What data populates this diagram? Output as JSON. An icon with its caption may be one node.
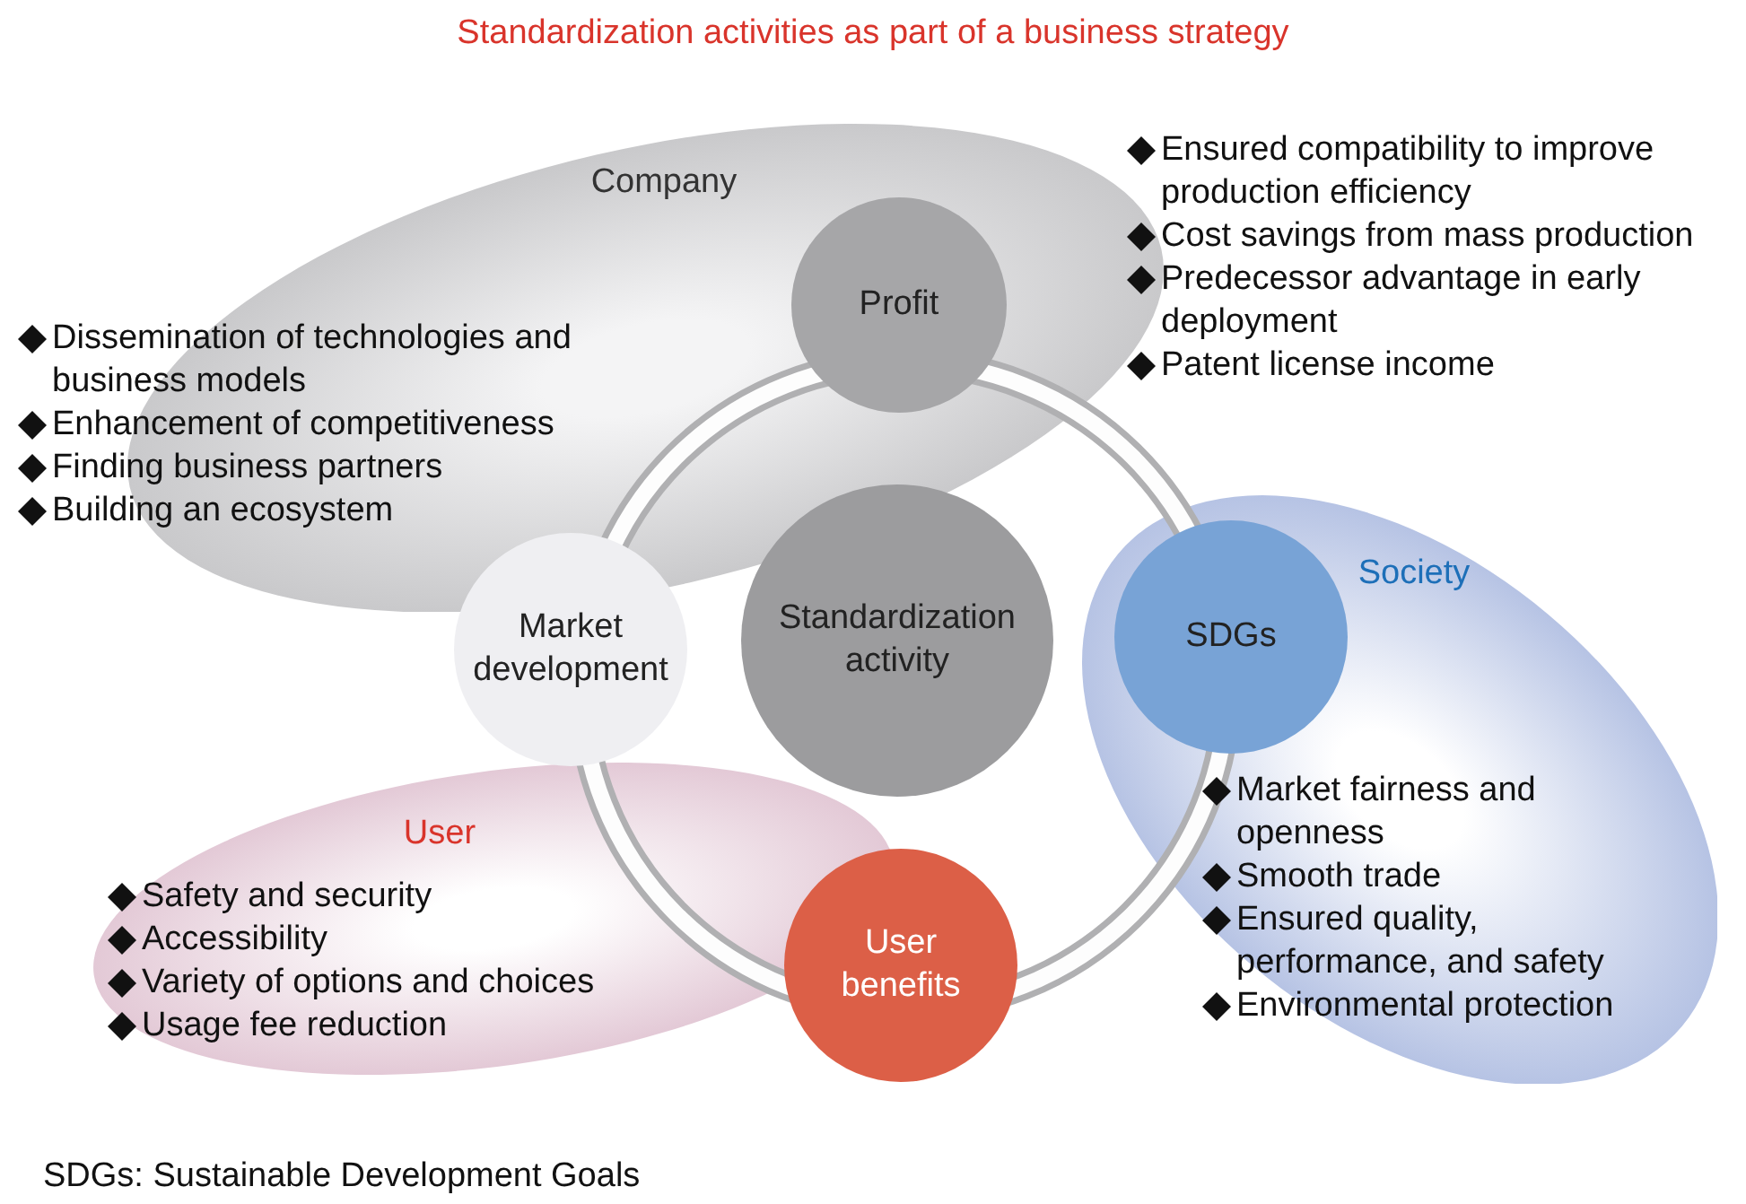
{
  "diagram": {
    "title": "Standardization activities as part of a business strategy",
    "caption": "SDGs: Sustainable Development Goals",
    "nodes": [
      {
        "text": [
          "Company"
        ]
      },
      {
        "text": [
          "User"
        ]
      },
      {
        "text": [
          "Society"
        ]
      },
      {
        "text": [
          "Profit"
        ],
        "in": 0
      },
      {
        "text": [
          "Market development"
        ]
      },
      {
        "text": [
          "Standardization activity"
        ]
      },
      {
        "text": [
          "SDGs"
        ],
        "in": 2
      },
      {
        "text": [
          "User benefits"
        ]
      }
    ],
    "edges": [],
    "labels": [
      "Ensured compatibility to improve production efficiency",
      "Cost savings from mass production",
      "Predecessor advantage in early deployment",
      "Patent license income",
      "Dissemination of technologies and business models",
      "Enhancement of competitiveness",
      "Finding business partners",
      "Building an ecosystem",
      "Market fairness and openness",
      "Smooth trade",
      "Ensured quality, performance, and safety",
      "Environmental protection",
      "Safety and security",
      "Accessibility",
      "Variety of options and choices",
      "Usage fee reduction"
    ]
  }
}
